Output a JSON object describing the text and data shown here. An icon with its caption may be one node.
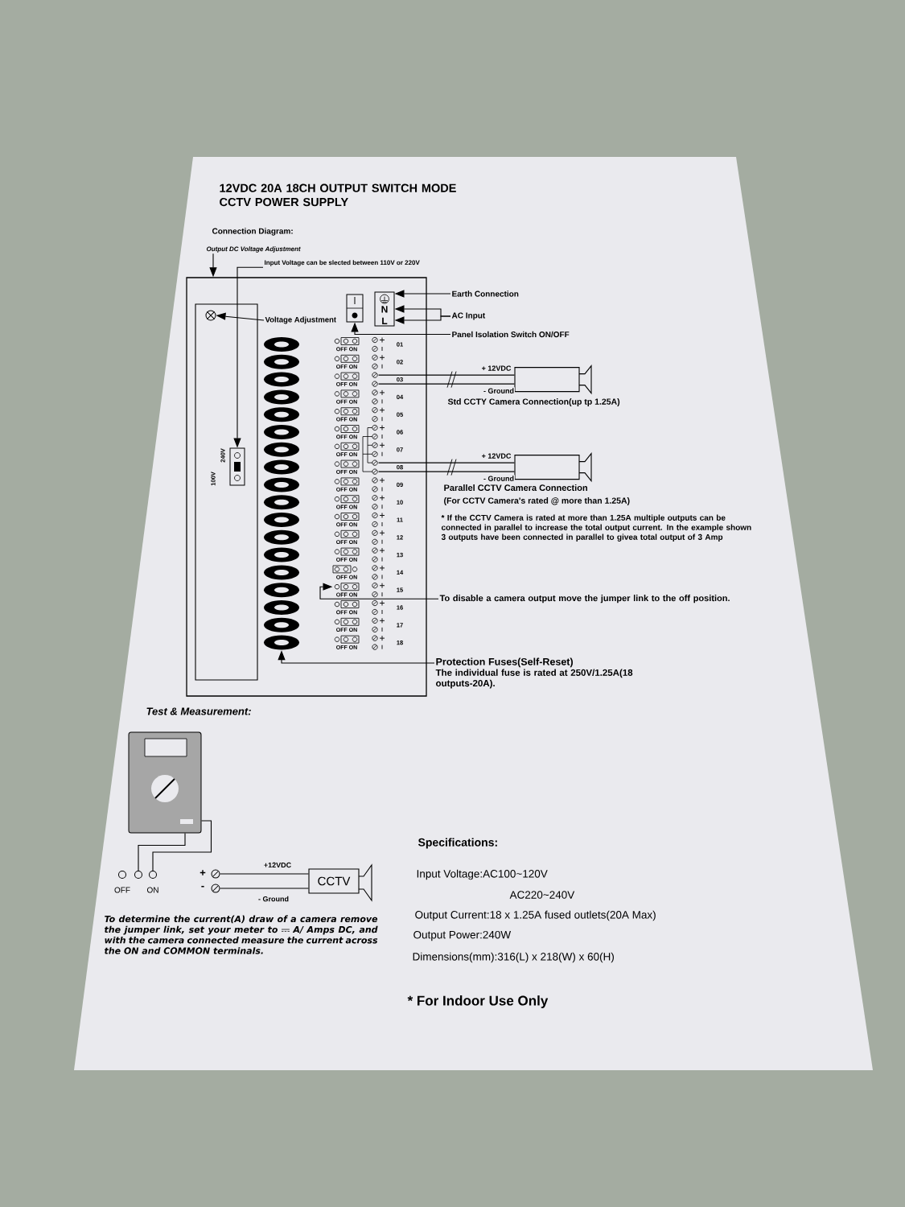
{
  "diagram": {
    "title": "12VDC 20A 18CH OUTPUT SWITCH MODE CCTV POWER SUPPLY",
    "nodes": [
      {
        "text": [
          "Output DC Voltage Adjustment"
        ]
      },
      {
        "text": [
          "Input Voltage can be slected between 110V or 220V"
        ]
      },
      {
        "text": [],
        "shape": "box"
      },
      {
        "text": [],
        "shape": "circle",
        "in": 2
      },
      {
        "text": [
          "Voltage Adjustment"
        ],
        "in": 2
      },
      {
        "text": [],
        "shape": "box",
        "in": 2,
        "beside": [
          "240V",
          "100V"
        ]
      },
      {
        "text": [],
        "shape": "box",
        "in": 2
      },
      {
        "text": [
          "N",
          "L"
        ],
        "in": 2
      },
      {
        "text": [
          "Earth Connection"
        ]
      },
      {
        "text": [
          "AC Input"
        ]
      },
      {
        "text": [
          "Panel Isolation Switch ON/OFF"
        ]
      },
      {
        "text": [],
        "shape": "oval",
        "in": 2
      },
      {
        "text": [],
        "shape": "box",
        "in": 2
      },
      {
        "text": [],
        "shape": "box",
        "in": 2
      },
      {
        "text": [],
        "shape": "box",
        "in": 2
      },
      {
        "text": [],
        "shape": "box"
      },
      {
        "text": [],
        "shape": "box"
      },
      {
        "text": [
          "To disable a camera output move the jumper link to the off position."
        ]
      },
      {
        "text": [
          "Protection    Fuses(Self-Reset)",
          "The individual fuse is rated at 250V/1.25A(18 outputs-20A)."
        ]
      },
      {
        "text": [],
        "shape": "picture"
      },
      {
        "text": [],
        "shape": "circle",
        "beside": [
          "OFF"
        ]
      },
      {
        "text": [],
        "shape": "circle"
      },
      {
        "text": [],
        "shape": "circle",
        "beside": [
          "ON"
        ]
      },
      {
        "text": [],
        "shape": "circle",
        "beside": [
          "+"
        ]
      },
      {
        "text": [],
        "shape": "circle",
        "beside": [
          "-"
        ]
      },
      {
        "text": [
          "CCTV"
        ]
      }
    ],
    "edges": [
      {
        "from": 0,
        "to": 2,
        "arrow": "to"
      },
      {
        "from": 1,
        "to": 5,
        "arrow": "to"
      },
      {
        "from": 4,
        "to": 3,
        "arrow": "to"
      },
      {
        "from": 8,
        "to": 7,
        "arrow": "to"
      },
      {
        "from": 9,
        "to": 7,
        "arrow": "to"
      },
      {
        "from": 9,
        "to": 7,
        "arrow": "to"
      },
      {
        "from": 10,
        "to": 6,
        "arrow": "to"
      },
      {
        "from": 13,
        "to": 15,
        "arrow": "none",
        "label": "+ 12VDC"
      },
      {
        "from": 13,
        "to": 15,
        "arrow": "none",
        "label": "- Ground"
      },
      {
        "from": 14,
        "to": 16,
        "arrow": "none",
        "label": "+ 12VDC"
      },
      {
        "from": 14,
        "to": 16,
        "arrow": "none",
        "label": "- Ground"
      },
      {
        "from": 17,
        "to": 12,
        "arrow": "to"
      },
      {
        "from": 18,
        "to": 11,
        "arrow": "to"
      },
      {
        "from": 19,
        "to": 22,
        "arrow": "none"
      },
      {
        "from": 19,
        "to": 21,
        "arrow": "none"
      },
      {
        "from": 23,
        "to": 25,
        "arrow": "none",
        "label": "+12VDC"
      },
      {
        "from": 24,
        "to": 25,
        "arrow": "none",
        "label": "- Ground"
      }
    ],
    "labels": [
      "Connection Diagram:",
      "OFF ON",
      "OFF ON",
      "OFF ON",
      "OFF ON",
      "OFF ON",
      "OFF ON",
      "OFF ON",
      "OFF ON",
      "OFF ON",
      "OFF ON",
      "OFF ON",
      "OFF ON",
      "OFF ON",
      "OFF ON",
      "OFF ON",
      "OFF ON",
      "OFF ON",
      "OFF ON",
      "01",
      "02",
      "03",
      "04",
      "05",
      "06",
      "07",
      "08",
      "09",
      "10",
      "11",
      "12",
      "13",
      "14",
      "15",
      "16",
      "17",
      "18",
      "Std CCTY Camera Connection(up tp 1.25A)",
      "Parallel CCTV Camera Connection",
      "(For CCTV Camera's rated @ more than 1.25A)",
      "* If the CCTV Camera is rated at more than 1.25A multiple outputs can be connected in parallel to increase the total output current. In the example shown 3 outputs have been connected in parallel to givea total output of 3 Amp",
      "Test & Measurement:",
      "To determine the current(A) draw of a camera remove the jumper link, set your meter to",
      "A/ Amps DC, and with the camera connected measure the current across the ON and COMMON terminals.",
      "Specifications:",
      "Input Voltage:AC100~120V",
      "AC220~240V",
      "Output Current:18 x 1.25A fused outlets(20A Max)",
      "Output Power:240W",
      "Dimensions(mm):316(L) x 218(W) x 60(H)",
      "* For Indoor Use Only"
    ]
  }
}
